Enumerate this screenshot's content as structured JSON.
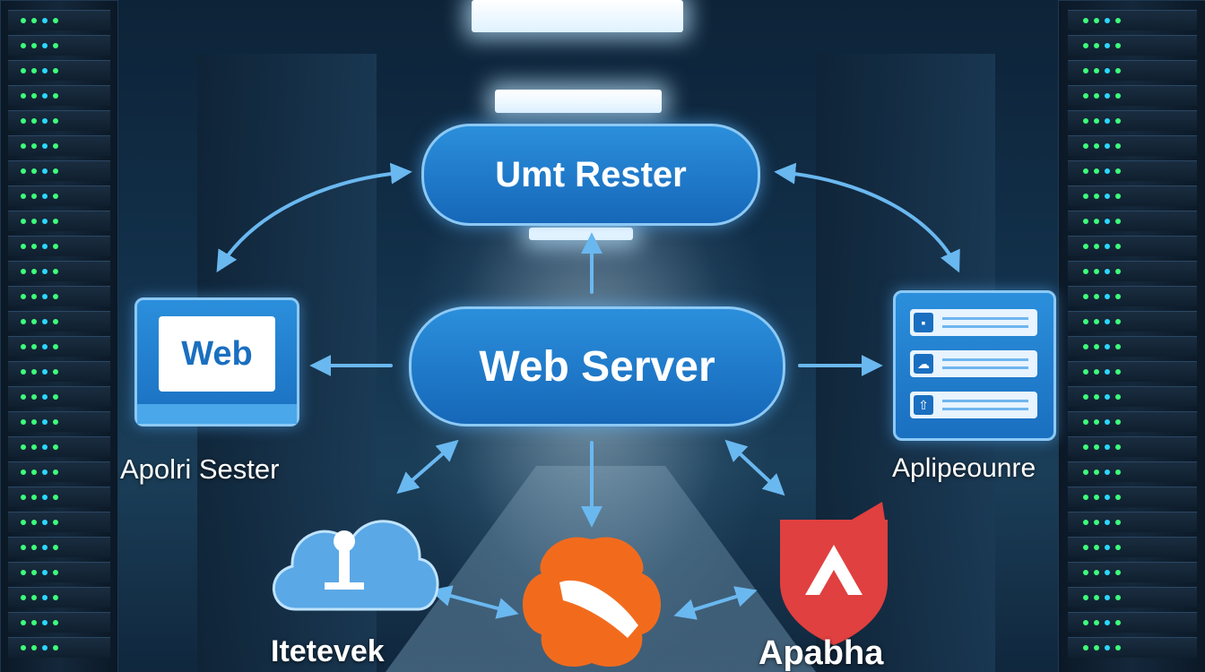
{
  "nodes": {
    "top": {
      "label": "Umt Rester"
    },
    "center": {
      "label": "Web Server"
    },
    "left": {
      "screen_text": "Web",
      "caption": "Apolri Sester",
      "icon": "monitor-icon"
    },
    "right": {
      "caption": "Aplipeounre",
      "icon": "document-list-icon"
    },
    "bottom_left": {
      "caption": "Itetevek",
      "icon": "cloud-upload-icon"
    },
    "bottom_center": {
      "icon": "flower-logo-icon"
    },
    "bottom_right": {
      "caption": "Apabha",
      "icon": "shield-logo-icon"
    }
  },
  "colors": {
    "node_fill": "#1a6fc0",
    "node_border": "#8cc9f5",
    "arrow": "#6ab8f0",
    "cloud": "#5aa8e6",
    "flower_logo": "#f26b1d",
    "shield_logo": "#e0403f"
  }
}
